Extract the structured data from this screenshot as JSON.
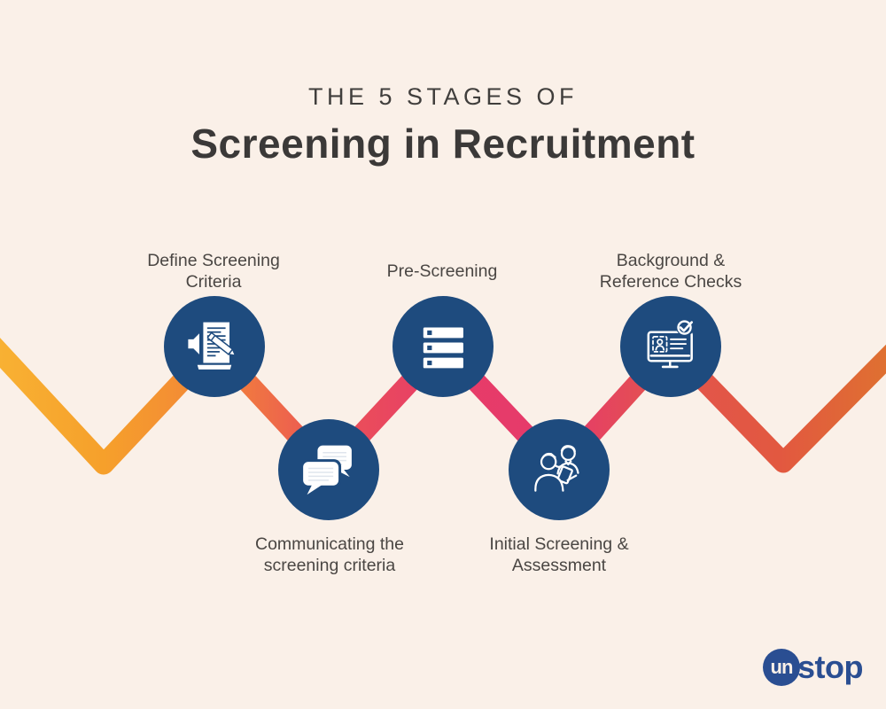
{
  "header": {
    "kicker": "THE 5 STAGES OF",
    "title": "Screening in Recruitment"
  },
  "stages": [
    {
      "name": "define-screening-criteria",
      "label": "Define Screening Criteria",
      "lines": [
        "Define Screening",
        "Criteria"
      ],
      "icon": "document-pencil-announce-icon",
      "row": "top"
    },
    {
      "name": "communicating-criteria",
      "label": "Communicating the screening criteria",
      "lines": [
        "Communicating the",
        "screening criteria"
      ],
      "icon": "chat-bubbles-icon",
      "row": "bottom"
    },
    {
      "name": "pre-screening",
      "label": "Pre-Screening",
      "lines": [
        "Pre-Screening"
      ],
      "icon": "checklist-stack-icon",
      "row": "top"
    },
    {
      "name": "initial-screening-assessment",
      "label": "Initial Screening & Assessment",
      "lines": [
        "Initial Screening &",
        "Assessment"
      ],
      "icon": "interview-people-icon",
      "row": "bottom"
    },
    {
      "name": "background-reference-checks",
      "label": "Background & Reference Checks",
      "lines": [
        "Background &",
        "Reference Checks"
      ],
      "icon": "monitor-id-check-icon",
      "row": "top"
    }
  ],
  "logo": {
    "circle_text": "un",
    "rest_text": "stop"
  },
  "colors": {
    "background": "#FAF0E8",
    "stage_circle": "#1E4B7E",
    "logo_navy": "#2A4E92",
    "title_text": "#3B3938",
    "label_text": "#4A4643",
    "ribbon_gradient": [
      "#F8B133",
      "#F6A02B",
      "#F28638",
      "#EB5356",
      "#E73C68",
      "#E63A6B",
      "#E3554C",
      "#E25840",
      "#DF7031"
    ]
  }
}
